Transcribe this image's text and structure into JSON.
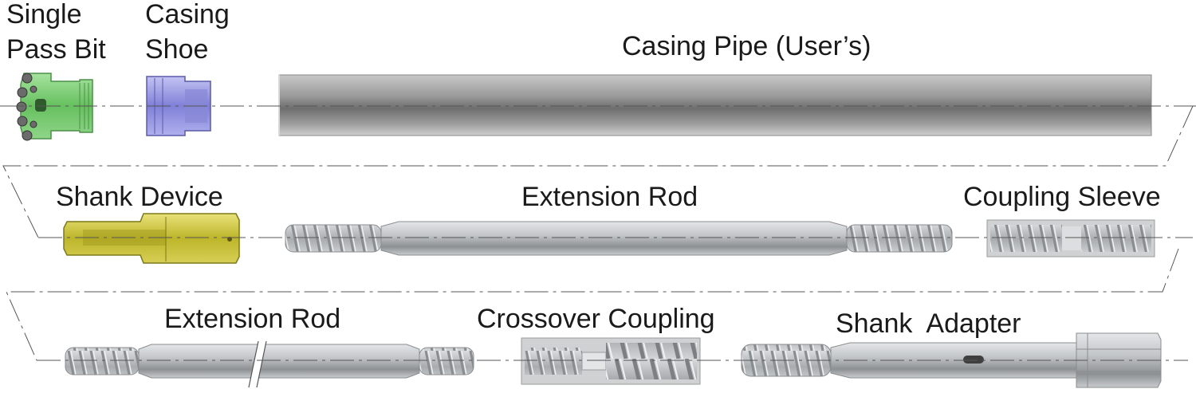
{
  "row1": {
    "single_pass_bit": {
      "line1": "Single",
      "line2": "Pass Bit"
    },
    "casing_shoe": {
      "line1": "Casing",
      "line2": "Shoe"
    },
    "casing_pipe": "Casing Pipe (User’s)"
  },
  "row2": {
    "shank_device": "Shank Device",
    "extension_rod": "Extension Rod",
    "coupling_sleeve": "Coupling Sleeve"
  },
  "row3": {
    "extension_rod": "Extension Rod",
    "crossover_coupling": "Crossover Coupling",
    "shank_adapter": "Shank  Adapter"
  },
  "colors": {
    "bit": "#7ed37a",
    "shoe": "#9b9be8",
    "shank_device": "#c9c22e",
    "steel": "#b9bcbf",
    "line": "#555555"
  }
}
